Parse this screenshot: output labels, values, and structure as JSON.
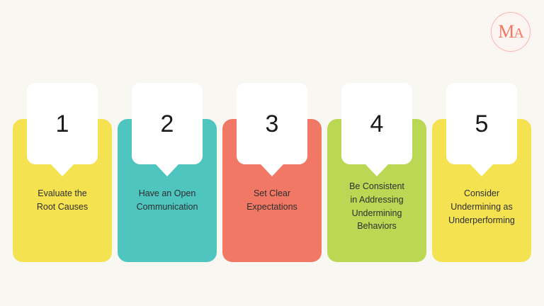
{
  "logo": {
    "monogram_m": "M",
    "monogram_a": "A",
    "accent_color": "#F07864"
  },
  "background_color": "#F9F7F2",
  "steps": [
    {
      "number": "1",
      "label": "Evaluate the\nRoot Causes",
      "color": "#F5E251"
    },
    {
      "number": "2",
      "label": "Have an Open\nCommunication",
      "color": "#4EC5BF"
    },
    {
      "number": "3",
      "label": "Set Clear\nExpectations",
      "color": "#F07864"
    },
    {
      "number": "4",
      "label": "Be Consistent\nin Addressing\nUndermining\nBehaviors",
      "color": "#BBD855"
    },
    {
      "number": "5",
      "label": "Consider\nUndermining as\nUnderperforming",
      "color": "#F5E251"
    }
  ]
}
